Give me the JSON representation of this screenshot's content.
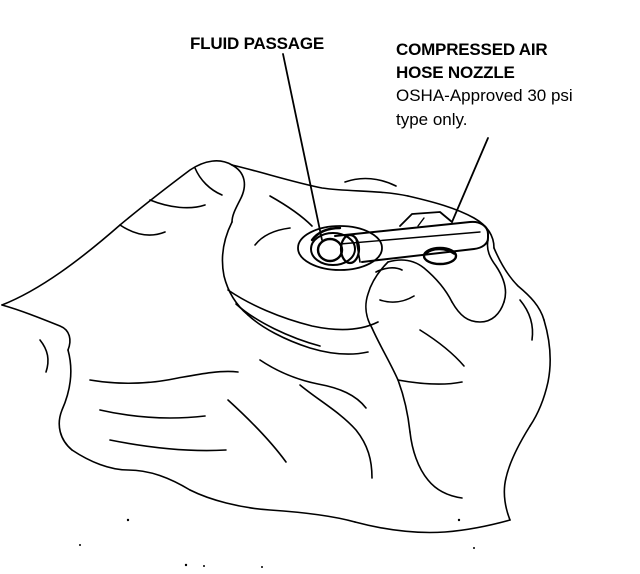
{
  "labels": {
    "fluid_passage": "FLUID PASSAGE",
    "nozzle_line1": "COMPRESSED AIR",
    "nozzle_line2": "HOSE NOZZLE",
    "note_line1": "OSHA-Approved 30 psi",
    "note_line2": "type only."
  },
  "colors": {
    "ink": "#000000",
    "paper": "#ffffff"
  }
}
